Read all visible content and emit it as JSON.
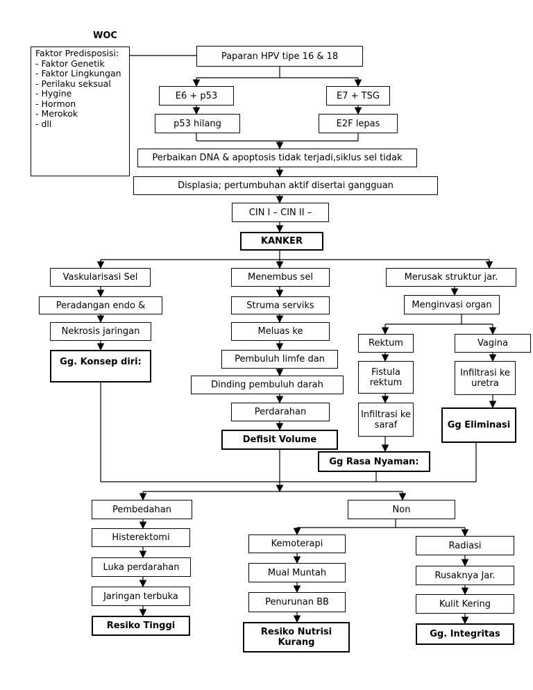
{
  "title": "WOC",
  "factors": {
    "heading": "Faktor Predisposisi:",
    "items": [
      "- Faktor Genetik",
      "- Faktor Lingkungan",
      "- Perilaku seksual",
      "- Hygine",
      "- Hormon",
      "- Merokok",
      "- dll"
    ]
  },
  "top": {
    "hpv": "Paparan HPV tipe 16 & 18",
    "e6": "E6 + p53",
    "e7": "E7 + TSG",
    "p53": "p53 hilang",
    "e2f": "E2F lepas",
    "dna": "Perbaikan DNA & apoptosis tidak terjadi,siklus sel tidak",
    "displasia": "Displasia; pertumbuhan aktif disertai gangguan",
    "cin": "CIN I – CIN II –",
    "kanker": "KANKER"
  },
  "left": {
    "vaskularisasi": "Vaskularisasi Sel",
    "peradangan": "Peradangan endo &",
    "nekrosis": "Nekrosis jaringan",
    "konsep": "Gg. Konsep diri:"
  },
  "middle": {
    "menembus": "Menembus sel",
    "struma": "Struma serviks",
    "meluas": "Meluas ke",
    "pembuluh": "Pembuluh limfe dan",
    "dinding": "Dinding pembuluh darah",
    "perdarahan": "Perdarahan",
    "defisit": "Defisit Volume"
  },
  "right": {
    "merusak": "Merusak struktur jar.",
    "menginvasi": "Menginvasi organ",
    "rektum": "Rektum",
    "vagina": "Vagina",
    "fistula": "Fistula rektum",
    "infiltrasi_uretra": "Infiltrasi ke uretra",
    "infiltrasi_saraf": "Infiltrasi ke saraf",
    "eliminasi": "Gg Eliminasi",
    "nyaman": "Gg Rasa Nyaman:"
  },
  "bottom": {
    "pembedahan": "Pembedahan",
    "histerektomi": "Histerektomi",
    "luka": "Luka perdarahan",
    "jaringan": "Jaringan terbuka",
    "resiko_tinggi": "Resiko Tinggi",
    "non": "Non",
    "kemoterapi": "Kemoterapi",
    "mual": "Mual Muntah",
    "penurunan": "Penurunan BB",
    "resiko_nutrisi": "Resiko Nutrisi Kurang",
    "radiasi": "Radiasi",
    "rusaknya": "Rusaknya Jar.",
    "kulit": "Kulit Kering",
    "integritas": "Gg. Integritas"
  }
}
